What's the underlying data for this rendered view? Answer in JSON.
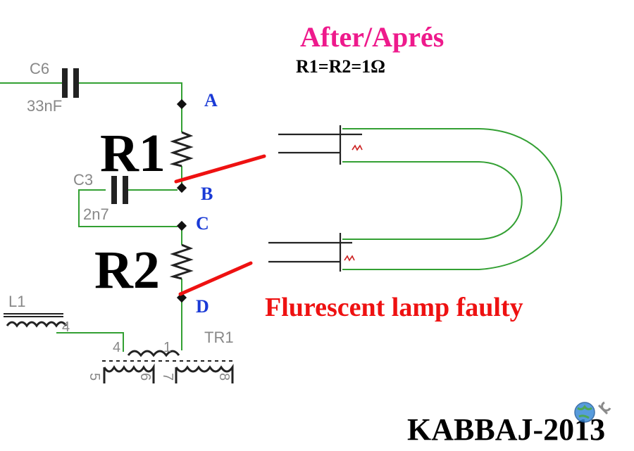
{
  "title": "After/Aprés",
  "formula": "R1=R2=1Ω",
  "fault_label": "Flurescent lamp faulty",
  "credit": "KABBAJ-2013",
  "resistors": {
    "r1": "R1",
    "r2": "R2"
  },
  "nodes": {
    "a": "A",
    "b": "B",
    "c": "C",
    "d": "D"
  },
  "components": {
    "c6_name": "C6",
    "c6_value": "33nF",
    "c3_name": "C3",
    "c3_value": "2n7",
    "l1_name": "L1",
    "l1_pin": "4",
    "tr1_name": "TR1",
    "tr1_pins": [
      "4",
      "1",
      "5",
      "6",
      "7",
      "8"
    ]
  },
  "colors": {
    "wire": "#33a033",
    "component": "#222222",
    "short": "#ee1111",
    "node_label": "#1a3ad6",
    "title": "#ee1a8c",
    "fault_text": "#ee1111",
    "component_label": "#888888"
  },
  "logo_icon": "globe-wrench-icon"
}
